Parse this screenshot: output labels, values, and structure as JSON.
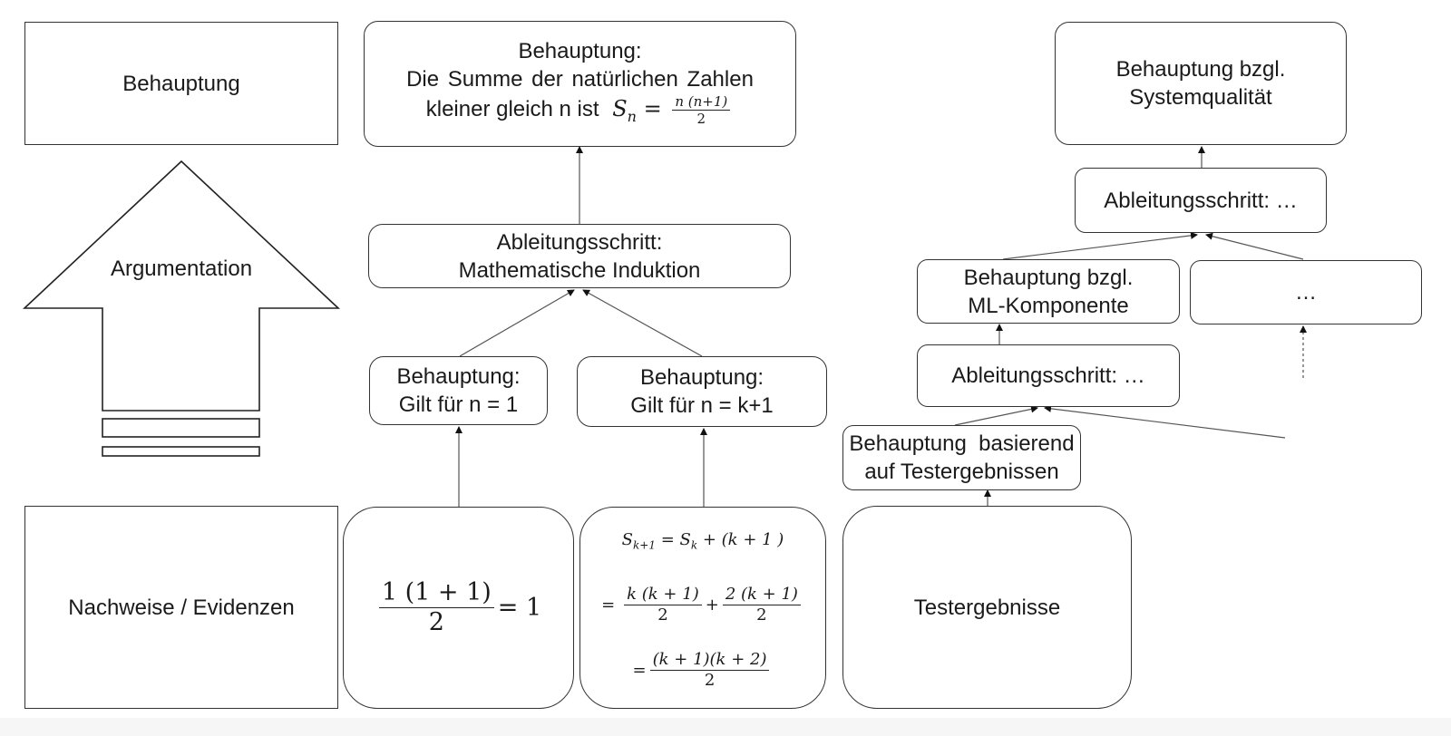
{
  "legend": {
    "claim_label": "Behauptung",
    "argumentation_label": "Argumentation",
    "evidence_label": "Nachweise / Evidenzen"
  },
  "example_math": {
    "top_claim": {
      "title": "Behauptung:",
      "line1": "Die Summe der natürlichen Zahlen",
      "line2_text": "kleiner gleich n ist",
      "formula_lhs": "S",
      "formula_lhs_sub": "n",
      "formula_eq": "=",
      "formula_num": "n (n+1)",
      "formula_den": "2"
    },
    "derivation": {
      "title": "Ableitungsschritt:",
      "text": "Mathematische Induktion"
    },
    "claim_base": {
      "title": "Behauptung:",
      "text": "Gilt für n = 1"
    },
    "claim_step": {
      "title": "Behauptung:",
      "text": "Gilt für n = k+1"
    },
    "evidence_base": {
      "num": "1 (1 + 1)",
      "den": "2",
      "rhs": "= 1"
    },
    "evidence_step": {
      "line1_lhs": "S",
      "line1_lhs_sub": "k+1",
      "line1_mid": "= S",
      "line1_mid_sub": "k",
      "line1_rhs": "+ (k + 1 )",
      "line2_eq": "=",
      "line2_frac1_num": "k (k + 1)",
      "line2_frac1_den": "2",
      "line2_plus": "+",
      "line2_frac2_num": "2 (k + 1)",
      "line2_frac2_den": "2",
      "line3_eq": "=",
      "line3_num": "(k + 1)(k + 2)",
      "line3_den": "2"
    }
  },
  "example_system": {
    "top_claim": {
      "line1": "Behauptung bzgl.",
      "line2": "Systemqualität"
    },
    "derivation_top": {
      "text": "Ableitungsschritt: …"
    },
    "claim_ml": {
      "line1": "Behauptung bzgl.",
      "line2": "ML-Komponente"
    },
    "claim_other": {
      "text": "…"
    },
    "derivation_ml": {
      "text": "Ableitungsschritt: …"
    },
    "claim_tests": {
      "line1": "Behauptung  basierend",
      "line2": "auf Testergebnissen"
    },
    "evidence_tests": {
      "text": "Testergebnisse"
    }
  }
}
